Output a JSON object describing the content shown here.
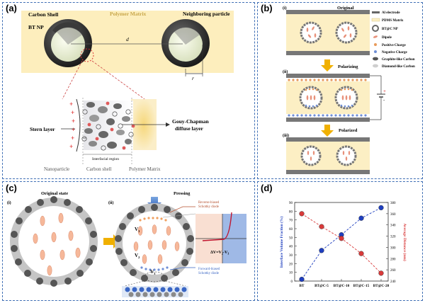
{
  "panel_a": {
    "label": "(a)",
    "carbon_shell": "Carbon Shell",
    "bt_np": "BT NP",
    "polymer_matrix": "Polymer Matrix",
    "neighboring_particle": "Neighboring particle",
    "d": "d",
    "r": "r",
    "stern_layer": "Stern layer",
    "gouy_chapman_1": "Gouy-Chapman",
    "gouy_chapman_2": "diffuse layer",
    "interfacial_region": "Interfacial region",
    "nanoparticle": "Nanoparticle",
    "carbon_shell_bottom": "Carbon shell",
    "polymer_matrix_bottom": "Polymer Matrix"
  },
  "panel_b": {
    "label": "(b)",
    "step_i": "(i)",
    "step_ii": "(ii)",
    "step_iii": "(iii)",
    "original": "Original",
    "polarizing": "Polarizing",
    "polarized": "Polarized",
    "legend": [
      {
        "text": "Al electrode",
        "swatch": "bar-gray"
      },
      {
        "text": "PDMS Matrix",
        "swatch": "bar-yellow"
      },
      {
        "text": "BT@C NP",
        "swatch": "ring"
      },
      {
        "text": "Dipole",
        "swatch": "dipole"
      },
      {
        "text": "Positive Charge",
        "swatch": "dot-orange"
      },
      {
        "text": "Negative Charge",
        "swatch": "dot-blue"
      },
      {
        "text": "Graphite-like Carbon",
        "swatch": "ell-dark"
      },
      {
        "text": "Diamond-like Carbon",
        "swatch": "ell-light"
      }
    ]
  },
  "panel_c": {
    "label": "(c)",
    "original_state": "Original state",
    "pressing": "Pressing",
    "step_i": "(i)",
    "step_ii": "(ii)",
    "reverse_1": "Reverse-biased",
    "reverse_2": "Schottky diode",
    "forward_1": "Forward-biased",
    "forward_2": "Schottky diode",
    "v1": "V",
    "v1_sub": "1",
    "v2": "V",
    "v2_sub": "2",
    "v3": "V",
    "v3_sub": "3",
    "delta_v": "ΔV=V",
    "delta_v_sub1": "2",
    "delta_v_mid": "-V",
    "delta_v_sub2": "3",
    "plus": "+"
  },
  "panel_d": {
    "label": "(d)",
    "colors": {
      "volume": "#1f3fbf",
      "distance": "#d93a3a"
    },
    "chart_data": {
      "type": "line",
      "categories": [
        "BT",
        "BT@C-5",
        "BT@C-10",
        "BT@C-15",
        "BT@C-20"
      ],
      "series": [
        {
          "name": "Interface Volume Fraction (%)",
          "axis": "left",
          "values": [
            2,
            35,
            53,
            72,
            84
          ]
        },
        {
          "name": "Average Distance (nm)",
          "axis": "right",
          "values": [
            360,
            337,
            316,
            289,
            254
          ]
        }
      ],
      "ylabel_left": "Interface Volume Fraction (%)",
      "ylabel_right": "Average Distance (nm)",
      "ylim_left": [
        0,
        90
      ],
      "ylim_right": [
        240,
        380
      ],
      "yticks_left": [
        "0",
        "10",
        "20",
        "30",
        "40",
        "50",
        "60",
        "70",
        "80",
        "90"
      ],
      "yticks_right": [
        "240",
        "260",
        "280",
        "300",
        "320",
        "340",
        "360",
        "380"
      ]
    }
  }
}
